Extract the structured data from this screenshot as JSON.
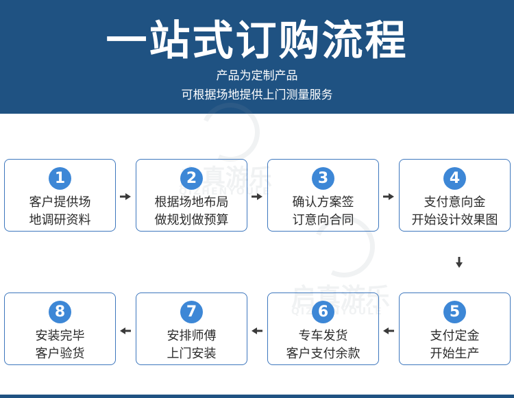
{
  "header": {
    "title": "一站式订购流程",
    "subtitle_line1": "产品为定制产品",
    "subtitle_line2": "可根据场地提供上门测量服务"
  },
  "watermark": {
    "text": "启真游乐",
    "letters": "QIZHENYOULE"
  },
  "steps": [
    {
      "number": "1",
      "line1": "客户提供场",
      "line2": "地调研资料"
    },
    {
      "number": "2",
      "line1": "根据场地布局",
      "line2": "做规划做预算"
    },
    {
      "number": "3",
      "line1": "确认方案签",
      "line2": "订意向合同"
    },
    {
      "number": "4",
      "line1": "支付意向金",
      "line2": "开始设计效果图"
    },
    {
      "number": "5",
      "line1": "支付定金",
      "line2": "开始生产"
    },
    {
      "number": "6",
      "line1": "专车发货",
      "line2": "客户支付余款"
    },
    {
      "number": "7",
      "line1": "安排师傅",
      "line2": "上门安装"
    },
    {
      "number": "8",
      "line1": "安装完毕",
      "line2": "客户验货"
    }
  ],
  "colors": {
    "header_bg": "#1f5282",
    "accent": "#3d87d6",
    "border": "#3c76bd",
    "arrow": "#3a3a3a"
  }
}
